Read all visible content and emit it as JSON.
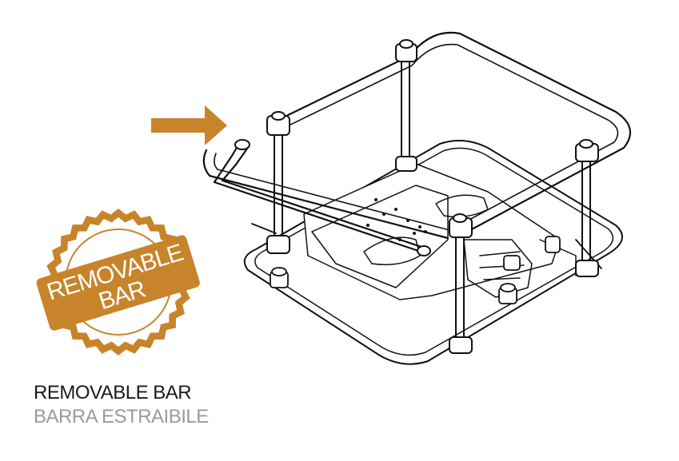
{
  "badge": {
    "line1": "REMOVABLE",
    "line2": "BAR",
    "color": "#c8842a"
  },
  "caption": {
    "english": "REMOVABLE BAR",
    "italian": "BARRA ESTRAIBILE",
    "english_color": "#1a1a1a",
    "italian_color": "#9a9a9a"
  },
  "arrow": {
    "color": "#c8842a"
  }
}
